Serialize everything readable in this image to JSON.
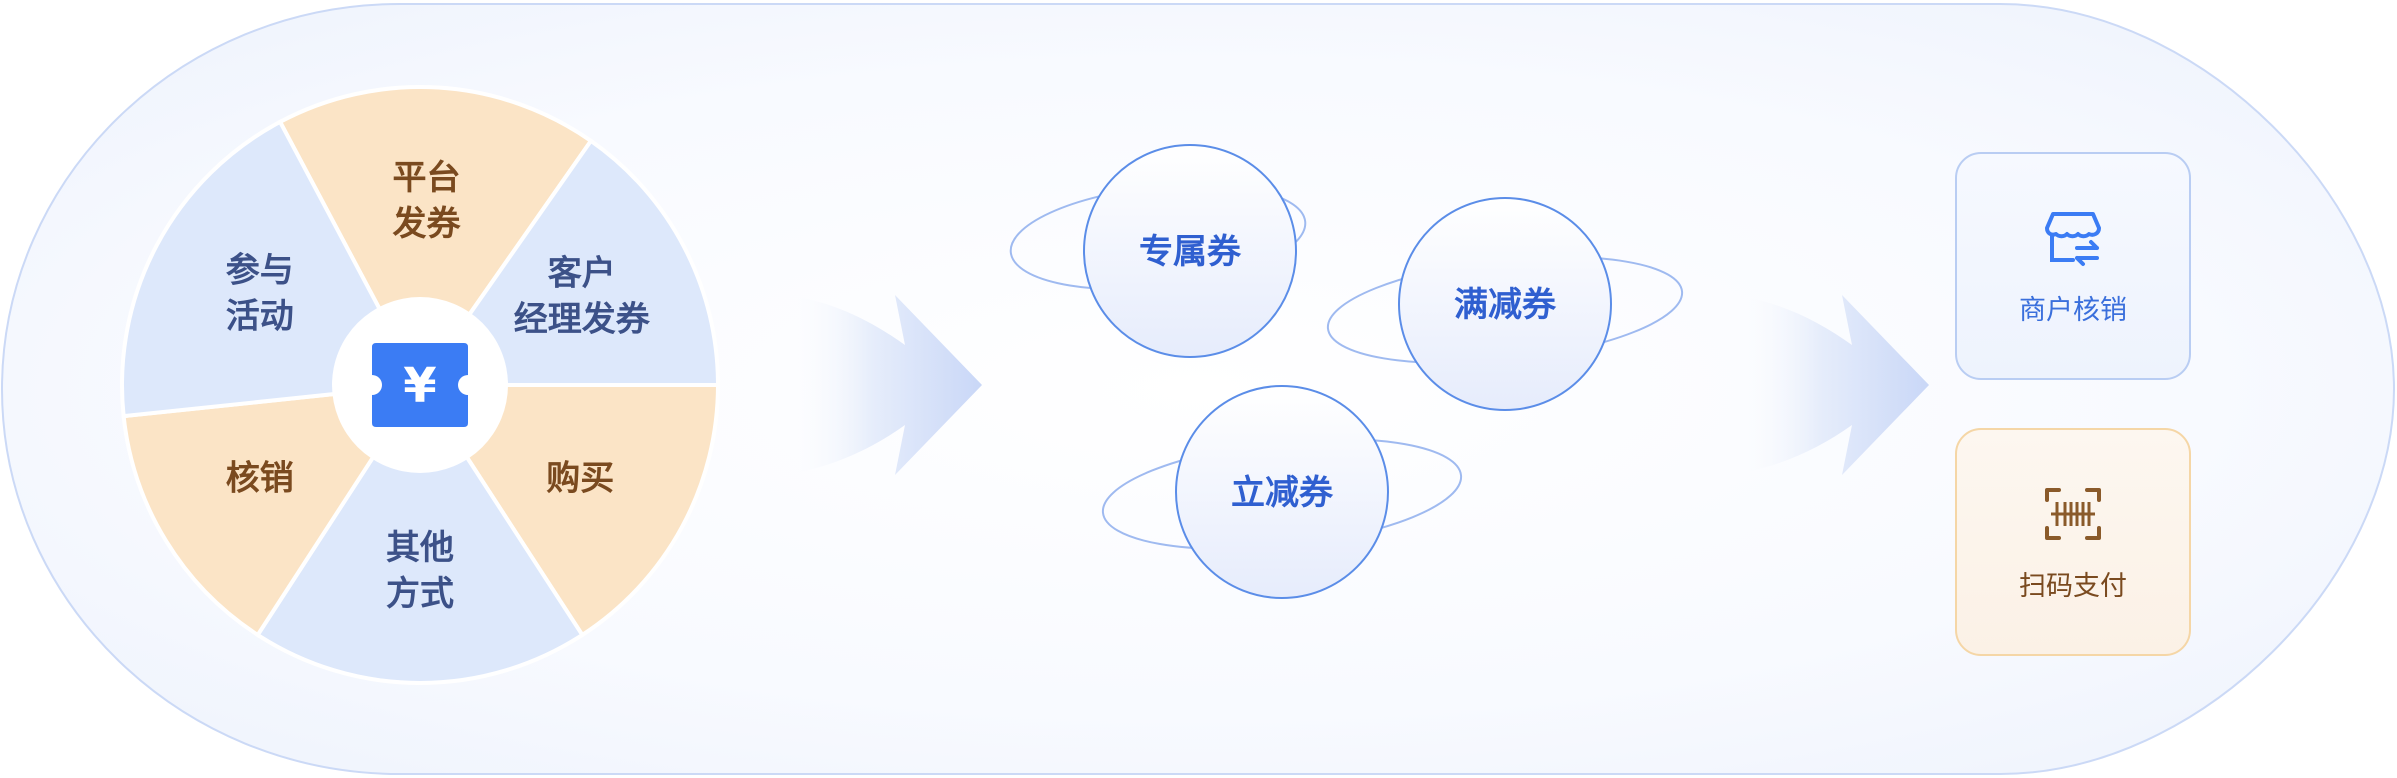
{
  "wheel": {
    "segments": [
      {
        "id": "platform",
        "lines": [
          "平台",
          "发券"
        ],
        "tone": "orange"
      },
      {
        "id": "manager",
        "lines": [
          "客户",
          "经理发券"
        ],
        "tone": "blue"
      },
      {
        "id": "purchase",
        "lines": [
          "购买"
        ],
        "tone": "orange"
      },
      {
        "id": "other",
        "lines": [
          "其他",
          "方式"
        ],
        "tone": "blue"
      },
      {
        "id": "redeem",
        "lines": [
          "核销"
        ],
        "tone": "orange"
      },
      {
        "id": "activity",
        "lines": [
          "参与",
          "活动"
        ],
        "tone": "blue"
      }
    ],
    "center_icon": "coupon-yuan-icon",
    "center_symbol": "¥"
  },
  "coupons": [
    {
      "id": "exclusive",
      "label": "专属券"
    },
    {
      "id": "full-reduction",
      "label": "满减券"
    },
    {
      "id": "instant-reduction",
      "label": "立减券"
    }
  ],
  "methods": [
    {
      "id": "merchant",
      "label": "商户核销",
      "icon": "storefront-exchange-icon"
    },
    {
      "id": "scan",
      "label": "扫码支付",
      "icon": "barcode-scan-icon"
    }
  ],
  "colors": {
    "orange_fill": "#fbe4c6",
    "blue_fill": "#dde8fb",
    "orange_text": "#7a4a1f",
    "blue_text": "#3c5188",
    "accent": "#3b7cf4"
  }
}
